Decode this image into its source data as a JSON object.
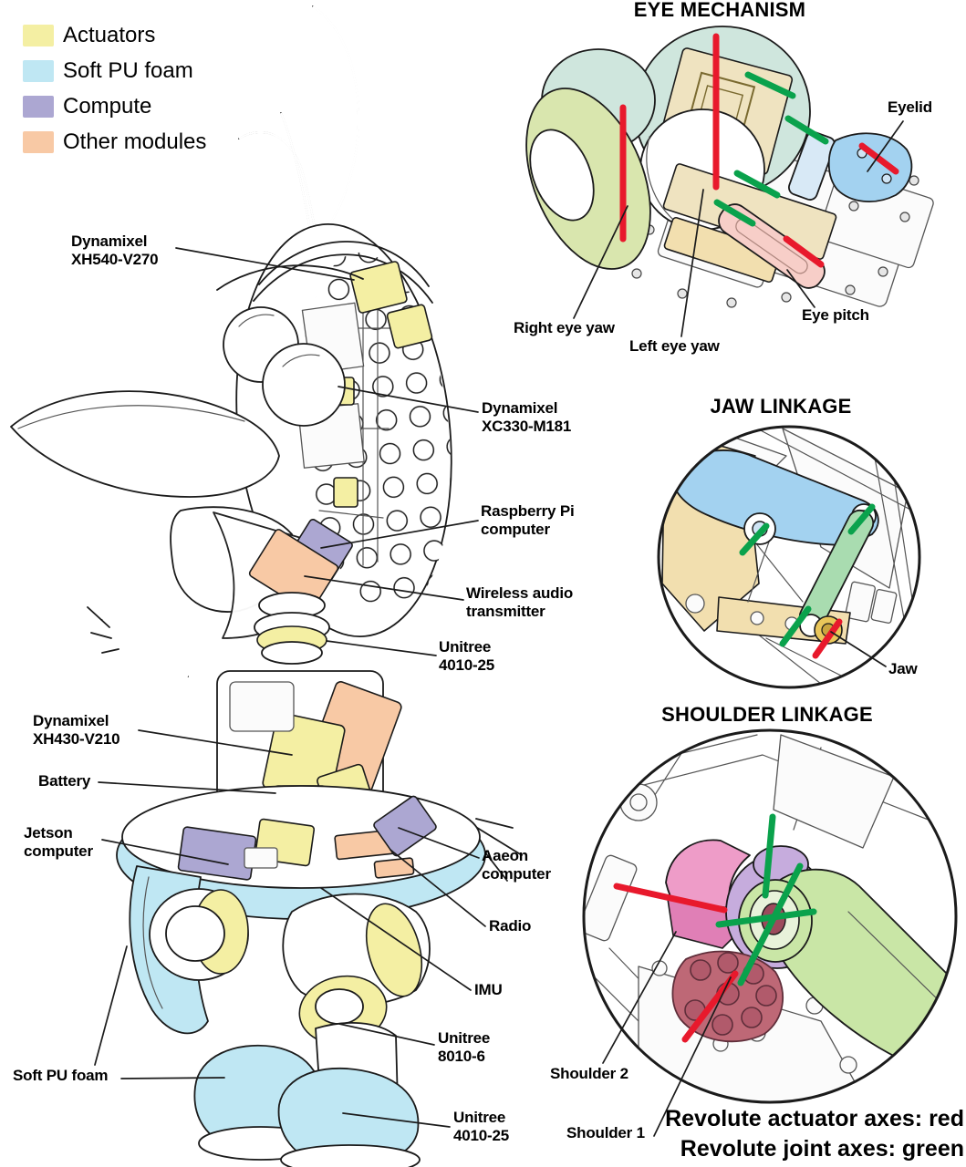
{
  "legend": {
    "items": [
      {
        "label": "Actuators",
        "color": "#F4EFA3"
      },
      {
        "label": "Soft PU foam",
        "color": "#BFE7F3"
      },
      {
        "label": "Compute",
        "color": "#ACA7D2"
      },
      {
        "label": "Other modules",
        "color": "#F8C9A5"
      }
    ]
  },
  "robot_labels": {
    "xh540": "Dynamixel\nXH540-V270",
    "xc330": "Dynamixel\nXC330-M181",
    "raspberry_pi": "Raspberry Pi\ncomputer",
    "wireless_audio": "Wireless audio\ntransmitter",
    "unitree_neck": "Unitree\n4010-25",
    "xh430": "Dynamixel\nXH430-V210",
    "battery": "Battery",
    "jetson": "Jetson\ncomputer",
    "aaeon": "Aaeon\ncomputer",
    "radio": "Radio",
    "imu": "IMU",
    "unitree_knee": "Unitree\n8010-6",
    "soft_pu_foam": "Soft PU foam",
    "unitree_ankle": "Unitree\n4010-25"
  },
  "eye_mechanism": {
    "title": "EYE MECHANISM",
    "labels": {
      "eyelid": "Eyelid",
      "right_eye_yaw": "Right eye yaw",
      "left_eye_yaw": "Left eye yaw",
      "eye_pitch": "Eye pitch"
    }
  },
  "jaw_linkage": {
    "title": "JAW LINKAGE",
    "labels": {
      "jaw": "Jaw"
    }
  },
  "shoulder_linkage": {
    "title": "SHOULDER LINKAGE",
    "labels": {
      "shoulder_2": "Shoulder 2",
      "shoulder_1": "Shoulder 1"
    }
  },
  "axis_note": {
    "line1": "Revolute actuator axes: red",
    "line2": "Revolute joint axes: green"
  },
  "colors": {
    "actuators": "#F4EFA3",
    "soft_pu_foam": "#BFE7F3",
    "compute": "#ACA7D2",
    "other_modules": "#F8C9A5",
    "revolute_actuator_axis": "#E8192C",
    "revolute_joint_axis": "#0AA24C"
  }
}
